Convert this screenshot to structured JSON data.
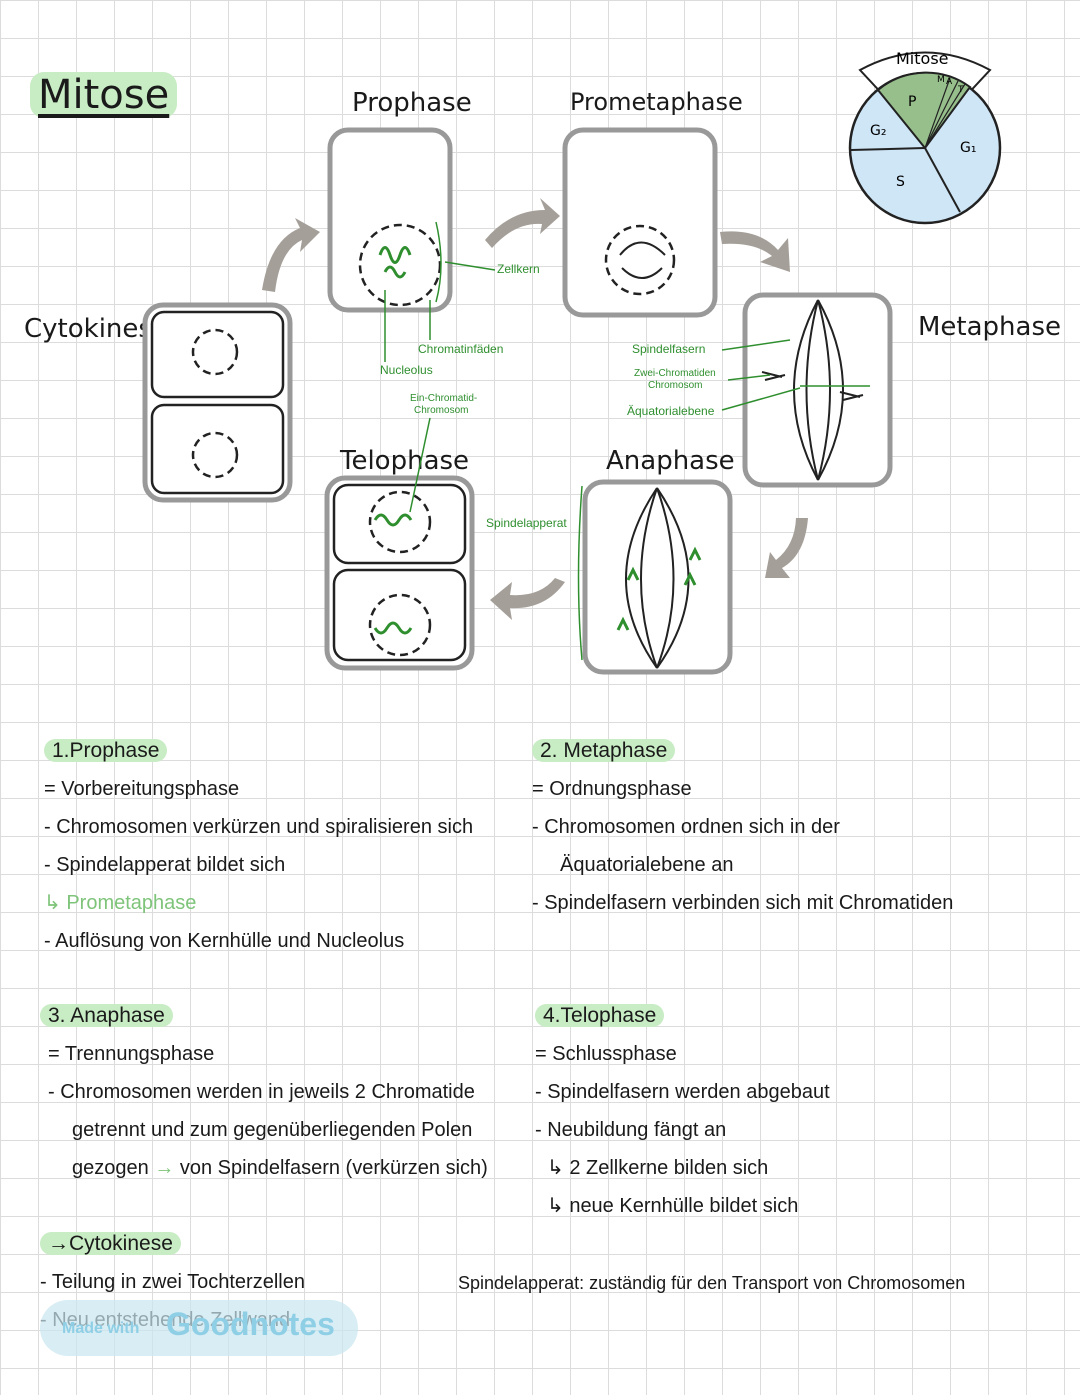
{
  "title": "Mitose",
  "cycle": {
    "title": "Mitose",
    "segments": [
      "P",
      "M",
      "A",
      "T",
      "G₂",
      "G₁",
      "S"
    ],
    "colors": {
      "mitosis": "#97bf8c",
      "interphase": "#cfe6f7"
    }
  },
  "phases": {
    "prophase": "Prophase",
    "prometaphase": "Prometaphase",
    "metaphase": "Metaphase",
    "anaphase": "Anaphase",
    "telophase": "Telophase",
    "cytokinese": "Cytokinese"
  },
  "labels": {
    "zellkern": "Zellkern",
    "chromatinfaden": "Chromatinfäden",
    "nucleolus": "Nucleolus",
    "ein_chromatid_1": "Ein-Chromatid-",
    "ein_chromatid_2": "Chromosom",
    "spindelfasern": "Spindelfasern",
    "zwei_chromatiden_1": "Zwei-Chromatiden",
    "zwei_chromatiden_2": "Chromosom",
    "aequatorialebene": "Äquatorialebene",
    "spindelapperat": "Spindelapperat"
  },
  "notes": {
    "prophase": {
      "heading": "1.Prophase",
      "lines": [
        "= Vorbereitungsphase",
        "- Chromosomen verkürzen und spiralisieren sich",
        "- Spindelapperat bildet sich",
        "↳ Prometaphase",
        "- Auflösung von Kernhülle und Nucleolus"
      ]
    },
    "metaphase": {
      "heading": "2. Metaphase",
      "lines": [
        "= Ordnungsphase",
        "- Chromosomen ordnen sich in der",
        "Äquatorialebene an",
        "- Spindelfasern verbinden sich mit Chromatiden"
      ]
    },
    "anaphase": {
      "heading": "3. Anaphase",
      "lines": [
        "= Trennungsphase",
        "- Chromosomen werden in jeweils 2 Chromatide",
        "getrennt und zum gegenüberliegenden Polen",
        "gezogen",
        "→",
        "von Spindelfasern (verkürzen sich)"
      ]
    },
    "telophase": {
      "heading": "4.Telophase",
      "lines": [
        "= Schlussphase",
        "- Spindelfasern werden abgebaut",
        "- Neubildung fängt an",
        "↳ 2 Zellkerne bilden sich",
        "↳ neue Kernhülle bildet sich"
      ]
    },
    "cytokinese": {
      "heading": "→Cytokinese",
      "lines": [
        "- Teilung in zwei Tochterzellen",
        "- Neu entstehende Zellwand"
      ]
    },
    "spindel_note": "Spindelapperat: zuständig für den Transport von Chromosomen"
  },
  "watermark": {
    "made": "Made with",
    "brand": "Goodnotes"
  }
}
